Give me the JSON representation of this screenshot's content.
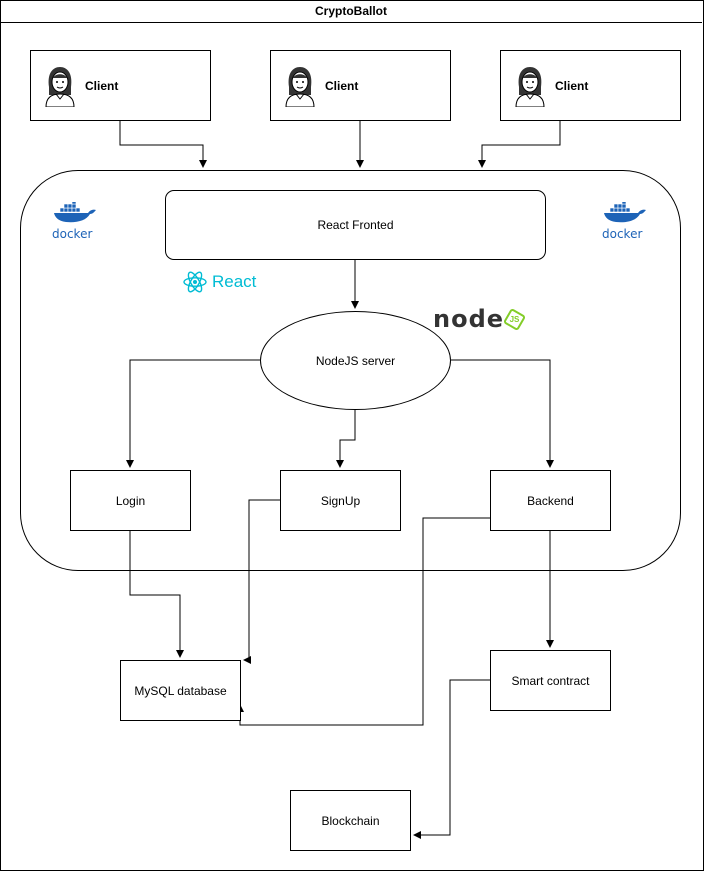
{
  "diagram": {
    "title": "CryptoBallot",
    "clients": [
      {
        "label": "Client",
        "icon": "user-icon"
      },
      {
        "label": "Client",
        "icon": "user-icon"
      },
      {
        "label": "Client",
        "icon": "user-icon"
      }
    ],
    "nodes": {
      "react": "React Fronted",
      "nodejs": "NodeJS server",
      "login": "Login",
      "signup": "SignUp",
      "backend": "Backend",
      "mysql": "MySQL database",
      "smart_contract": "Smart contract",
      "blockchain": "Blockchain"
    },
    "logos": {
      "react_text": "React",
      "docker_text": "docker",
      "node_text": "node",
      "node_badge": "JS"
    },
    "colors": {
      "react": "#00bcd4",
      "docker": "#1d63b7",
      "node_dark": "#333333",
      "node_green": "#83cd29",
      "line": "#000000"
    }
  }
}
